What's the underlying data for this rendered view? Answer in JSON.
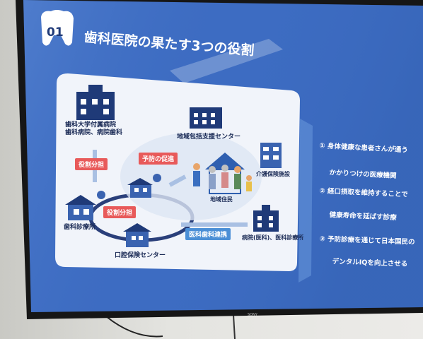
{
  "slide": {
    "number": "01",
    "title": "歯科医院の果たす3つの役割"
  },
  "diagram": {
    "university_hospital": "歯科大学付属病院\n歯科病院、病院歯科",
    "community_center": "地域包括支援センター",
    "care_facility": "介護保険施設",
    "residents": "地域住民",
    "dental_clinic": "歯科診療所",
    "oral_center": "口腔保険センター",
    "hospital": "病院(医科)、医科診療所",
    "tag_role_share_1": "役割分担",
    "tag_role_share_2": "役割分担",
    "tag_prevention": "予防の促進",
    "tag_medical_dental": "医科歯科連携"
  },
  "roles": [
    {
      "num": "①",
      "line1": "身体健康な患者さんが通う",
      "line2": "かかりつけの医療機関"
    },
    {
      "num": "②",
      "line1": "経口摂取を維持することで",
      "line2": "健康寿命を延ばす診療"
    },
    {
      "num": "③",
      "line1": "予防診療を通じて日本国民の",
      "line2": "デンタルIQを向上させる"
    }
  ],
  "tv_brand": "SONY",
  "colors": {
    "screen": "#3f6fc4",
    "panel": "#f4f6fb",
    "accent": "#e85a5a",
    "navy": "#1f3a78"
  }
}
